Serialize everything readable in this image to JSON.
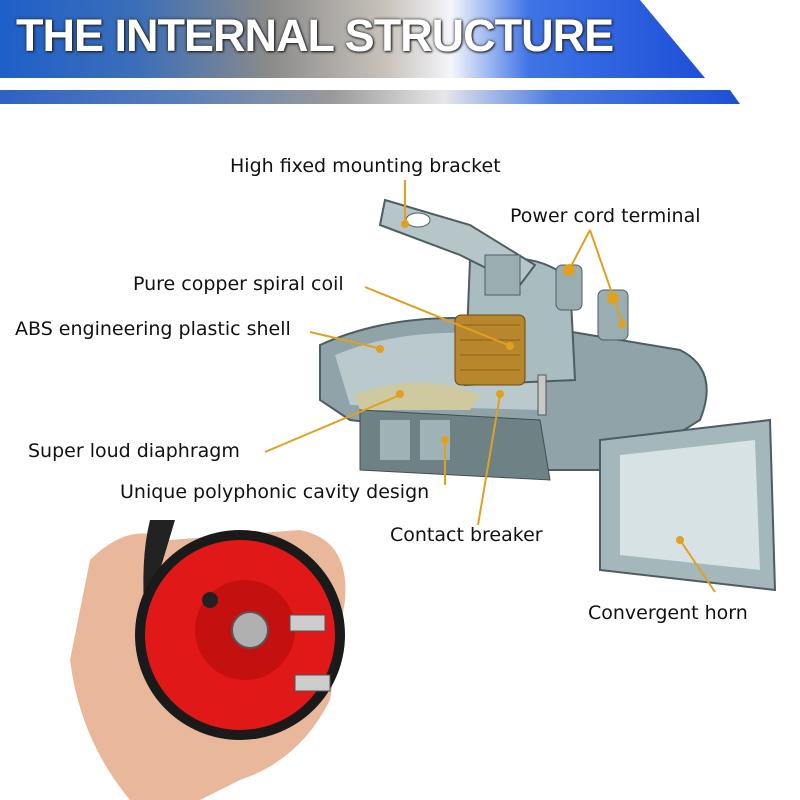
{
  "banner": {
    "title": "THE INTERNAL STRUCTURE"
  },
  "labels": {
    "bracket": "High fixed mounting bracket",
    "terminal": "Power cord terminal",
    "coil": "Pure copper spiral coil",
    "shell": "ABS engineering plastic shell",
    "diaphragm": "Super loud diaphragm",
    "cavity": "Unique polyphonic cavity design",
    "breaker": "Contact breaker",
    "horn": "Convergent horn"
  },
  "colors": {
    "leader": "#e0a020",
    "banner_blue": "#1e4fd8",
    "horn_red": "#e01818"
  }
}
